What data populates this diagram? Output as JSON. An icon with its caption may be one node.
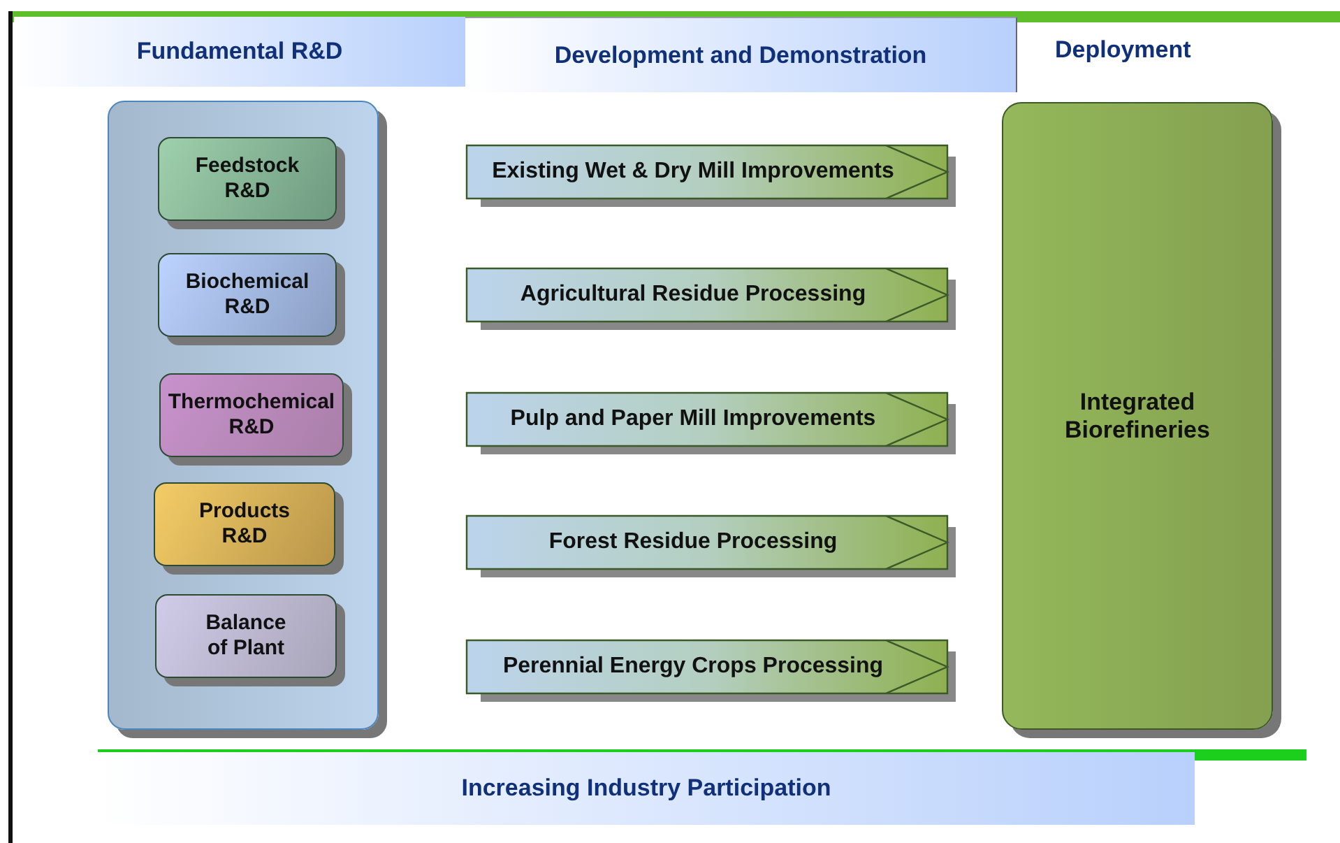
{
  "diagram": {
    "nodes": [
      {
        "text": [
          "Fundamental R&D"
        ]
      },
      {
        "text": [
          "Development and Demonstration"
        ]
      },
      {
        "text": [],
        "shape": "box"
      },
      {
        "text": [
          "Feedstock R&D"
        ],
        "in": 2
      },
      {
        "text": [
          "Biochemical R&D"
        ],
        "in": 2
      },
      {
        "text": [
          "Thermochemical R&D"
        ],
        "in": 2
      },
      {
        "text": [
          "Products R&D"
        ],
        "in": 2
      },
      {
        "text": [
          "Balance of Plant"
        ],
        "in": 2
      },
      {
        "text": [
          "Existing Wet & Dry Mill Improvements"
        ]
      },
      {
        "text": [
          "Agricultural Residue Processing"
        ]
      },
      {
        "text": [
          "Pulp and Paper Mill Improvements"
        ]
      },
      {
        "text": [
          "Forest Residue Processing"
        ]
      },
      {
        "text": [
          "Perennial Energy Crops Processing"
        ]
      },
      {
        "text": [
          "Integrated Biorefineries"
        ]
      },
      {
        "text": [
          "Increasing Industry Participation"
        ]
      }
    ],
    "edges": [],
    "labels": [
      "Deployment"
    ]
  }
}
